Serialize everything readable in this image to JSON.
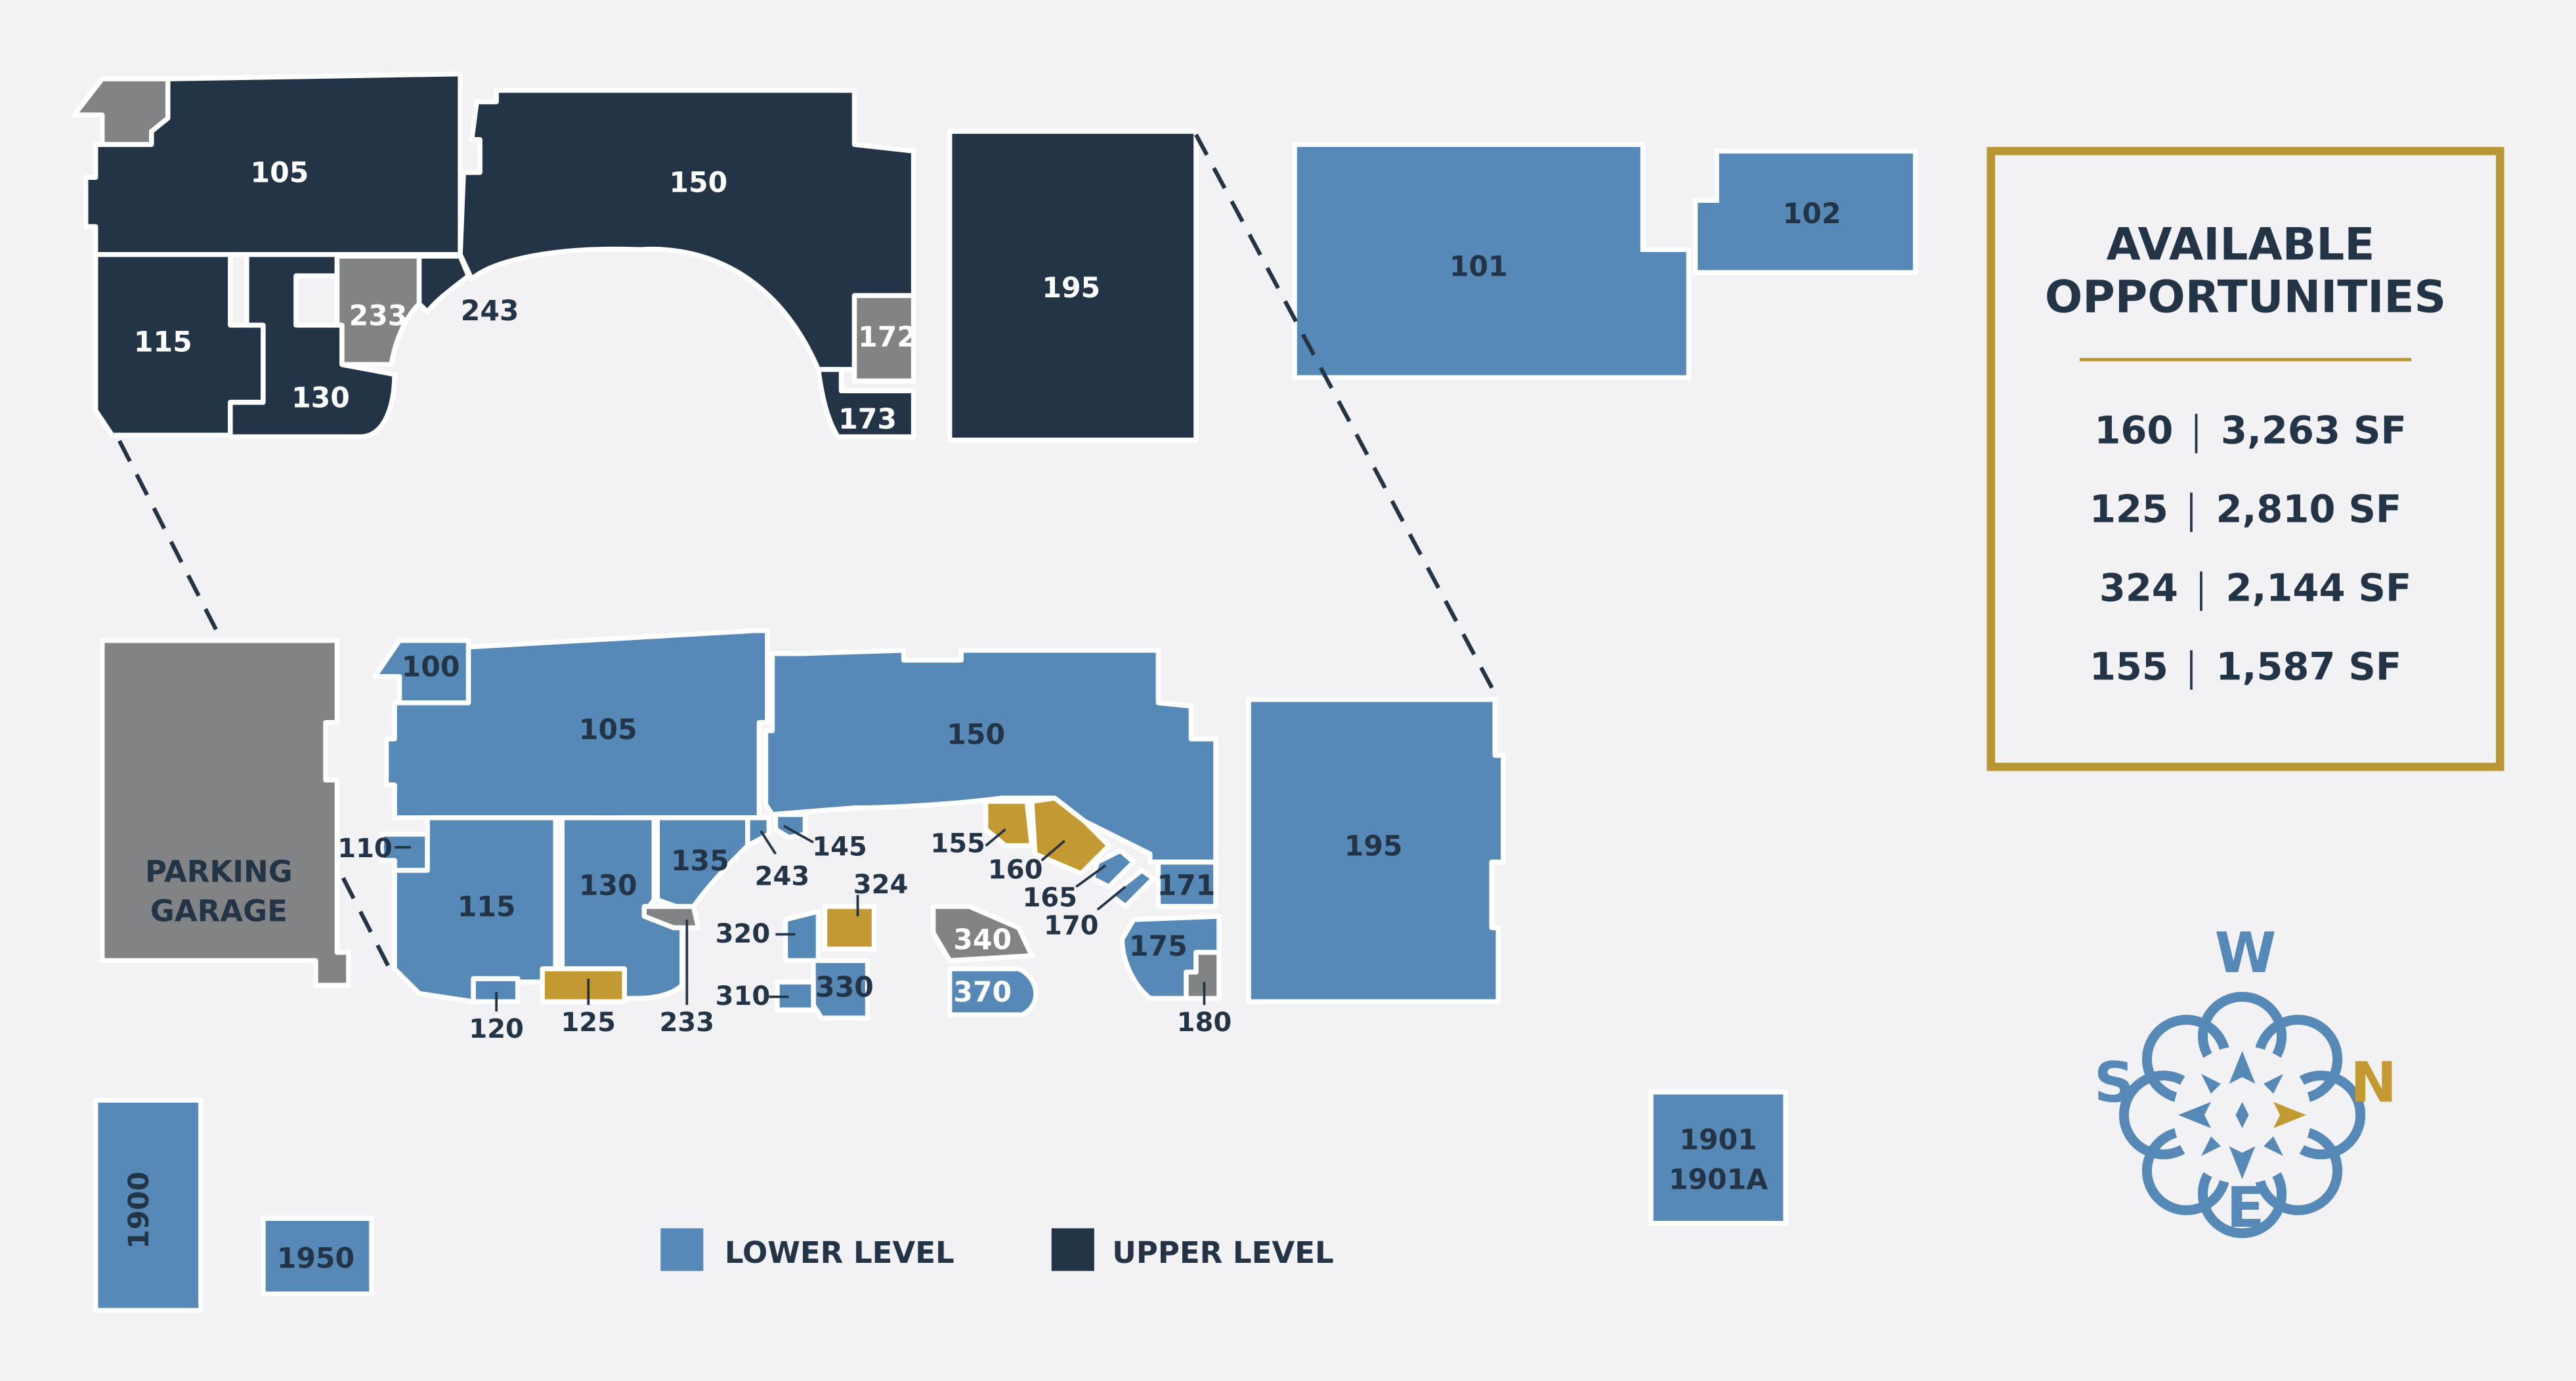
{
  "colors": {
    "background": "#f2f2f4",
    "lower_level": "#5789b6",
    "upper_level": "#243447",
    "unavailable_gray": "#828385",
    "available_gold": "#c29a31",
    "panel_border": "#b89634",
    "outline": "#ffffff",
    "compass": "#5789b6"
  },
  "upper_units": [
    "105",
    "150",
    "195",
    "115",
    "130",
    "233",
    "243",
    "172",
    "173"
  ],
  "lower_units": [
    "101",
    "102",
    "100",
    "105",
    "150",
    "195",
    "110",
    "115",
    "130",
    "135",
    "145",
    "243",
    "155",
    "160",
    "165",
    "170",
    "171",
    "175",
    "320",
    "324",
    "330",
    "310",
    "340",
    "370",
    "120",
    "125",
    "233",
    "180"
  ],
  "buildings": [
    "1900",
    "1950",
    "1901",
    "1901A"
  ],
  "parking": {
    "line1": "PARKING",
    "line2": "GARAGE"
  },
  "legend": {
    "lower": "LOWER LEVEL",
    "upper": "UPPER LEVEL"
  },
  "panel": {
    "title_line1": "AVAILABLE",
    "title_line2": "OPPORTUNITIES",
    "rows": [
      {
        "unit": "160",
        "area": "3,263 SF"
      },
      {
        "unit": "125",
        "area": "2,810 SF"
      },
      {
        "unit": "324",
        "area": "2,144 SF"
      },
      {
        "unit": "155",
        "area": "1,587 SF"
      }
    ]
  },
  "compass": {
    "top": "W",
    "right": "N",
    "bottom": "E",
    "left": "S"
  }
}
